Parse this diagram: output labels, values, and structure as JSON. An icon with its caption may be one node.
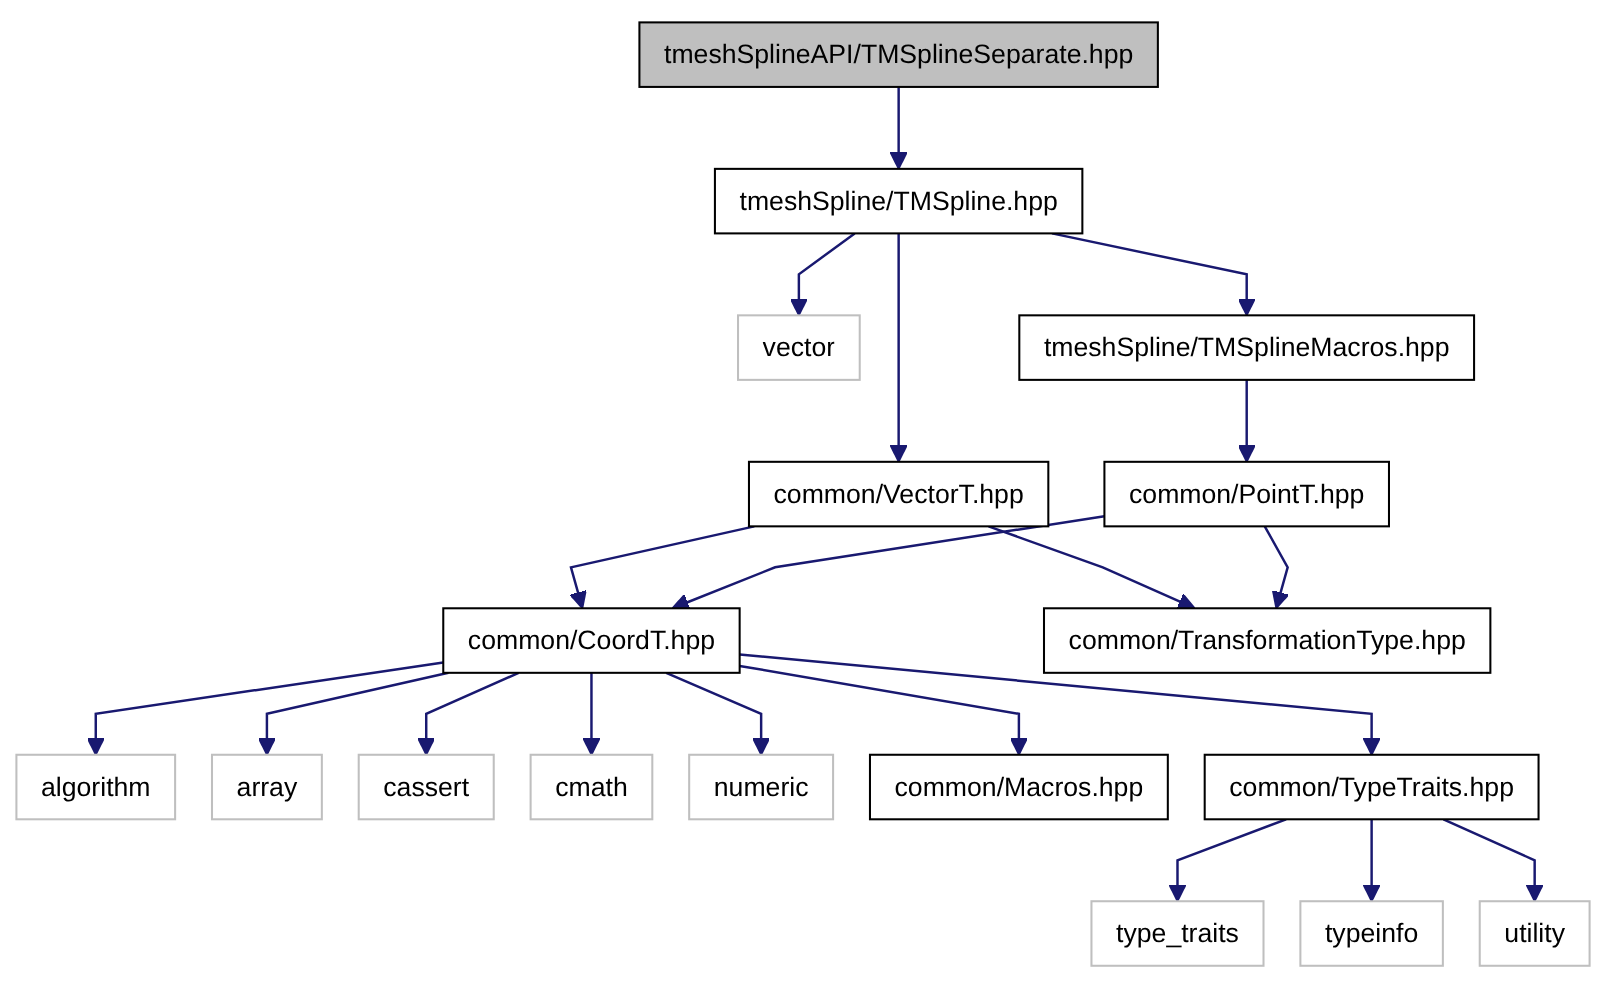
{
  "diagram": {
    "nodes": [
      {
        "text": [
          "tmeshSplineAPI/TMSplineSeparate.hpp"
        ]
      },
      {
        "text": [
          "tmeshSpline/TMSpline.hpp"
        ]
      },
      {
        "text": [
          "vector"
        ]
      },
      {
        "text": [
          "tmeshSpline/TMSplineMacros.hpp"
        ]
      },
      {
        "text": [
          "common/VectorT.hpp"
        ]
      },
      {
        "text": [
          "common/PointT.hpp"
        ]
      },
      {
        "text": [
          "common/CoordT.hpp"
        ]
      },
      {
        "text": [
          "common/TransformationType.hpp"
        ]
      },
      {
        "text": [
          "algorithm"
        ]
      },
      {
        "text": [
          "array"
        ]
      },
      {
        "text": [
          "cassert"
        ]
      },
      {
        "text": [
          "cmath"
        ]
      },
      {
        "text": [
          "numeric"
        ]
      },
      {
        "text": [
          "common/Macros.hpp"
        ]
      },
      {
        "text": [
          "common/TypeTraits.hpp"
        ]
      },
      {
        "text": [
          "type_traits"
        ]
      },
      {
        "text": [
          "typeinfo"
        ]
      },
      {
        "text": [
          "utility"
        ]
      }
    ],
    "edges": [
      {
        "from": 0,
        "to": 1,
        "arrow": "to"
      },
      {
        "from": 1,
        "to": 2,
        "arrow": "to"
      },
      {
        "from": 1,
        "to": 3,
        "arrow": "to"
      },
      {
        "from": 1,
        "to": 4,
        "arrow": "to"
      },
      {
        "from": 3,
        "to": 5,
        "arrow": "to"
      },
      {
        "from": 4,
        "to": 6,
        "arrow": "to"
      },
      {
        "from": 4,
        "to": 7,
        "arrow": "to"
      },
      {
        "from": 5,
        "to": 6,
        "arrow": "to"
      },
      {
        "from": 5,
        "to": 7,
        "arrow": "to"
      },
      {
        "from": 6,
        "to": 8,
        "arrow": "to"
      },
      {
        "from": 6,
        "to": 9,
        "arrow": "to"
      },
      {
        "from": 6,
        "to": 10,
        "arrow": "to"
      },
      {
        "from": 6,
        "to": 11,
        "arrow": "to"
      },
      {
        "from": 6,
        "to": 12,
        "arrow": "to"
      },
      {
        "from": 6,
        "to": 13,
        "arrow": "to"
      },
      {
        "from": 6,
        "to": 14,
        "arrow": "to"
      },
      {
        "from": 14,
        "to": 15,
        "arrow": "to"
      },
      {
        "from": 14,
        "to": 16,
        "arrow": "to"
      },
      {
        "from": 14,
        "to": 17,
        "arrow": "to"
      }
    ]
  }
}
